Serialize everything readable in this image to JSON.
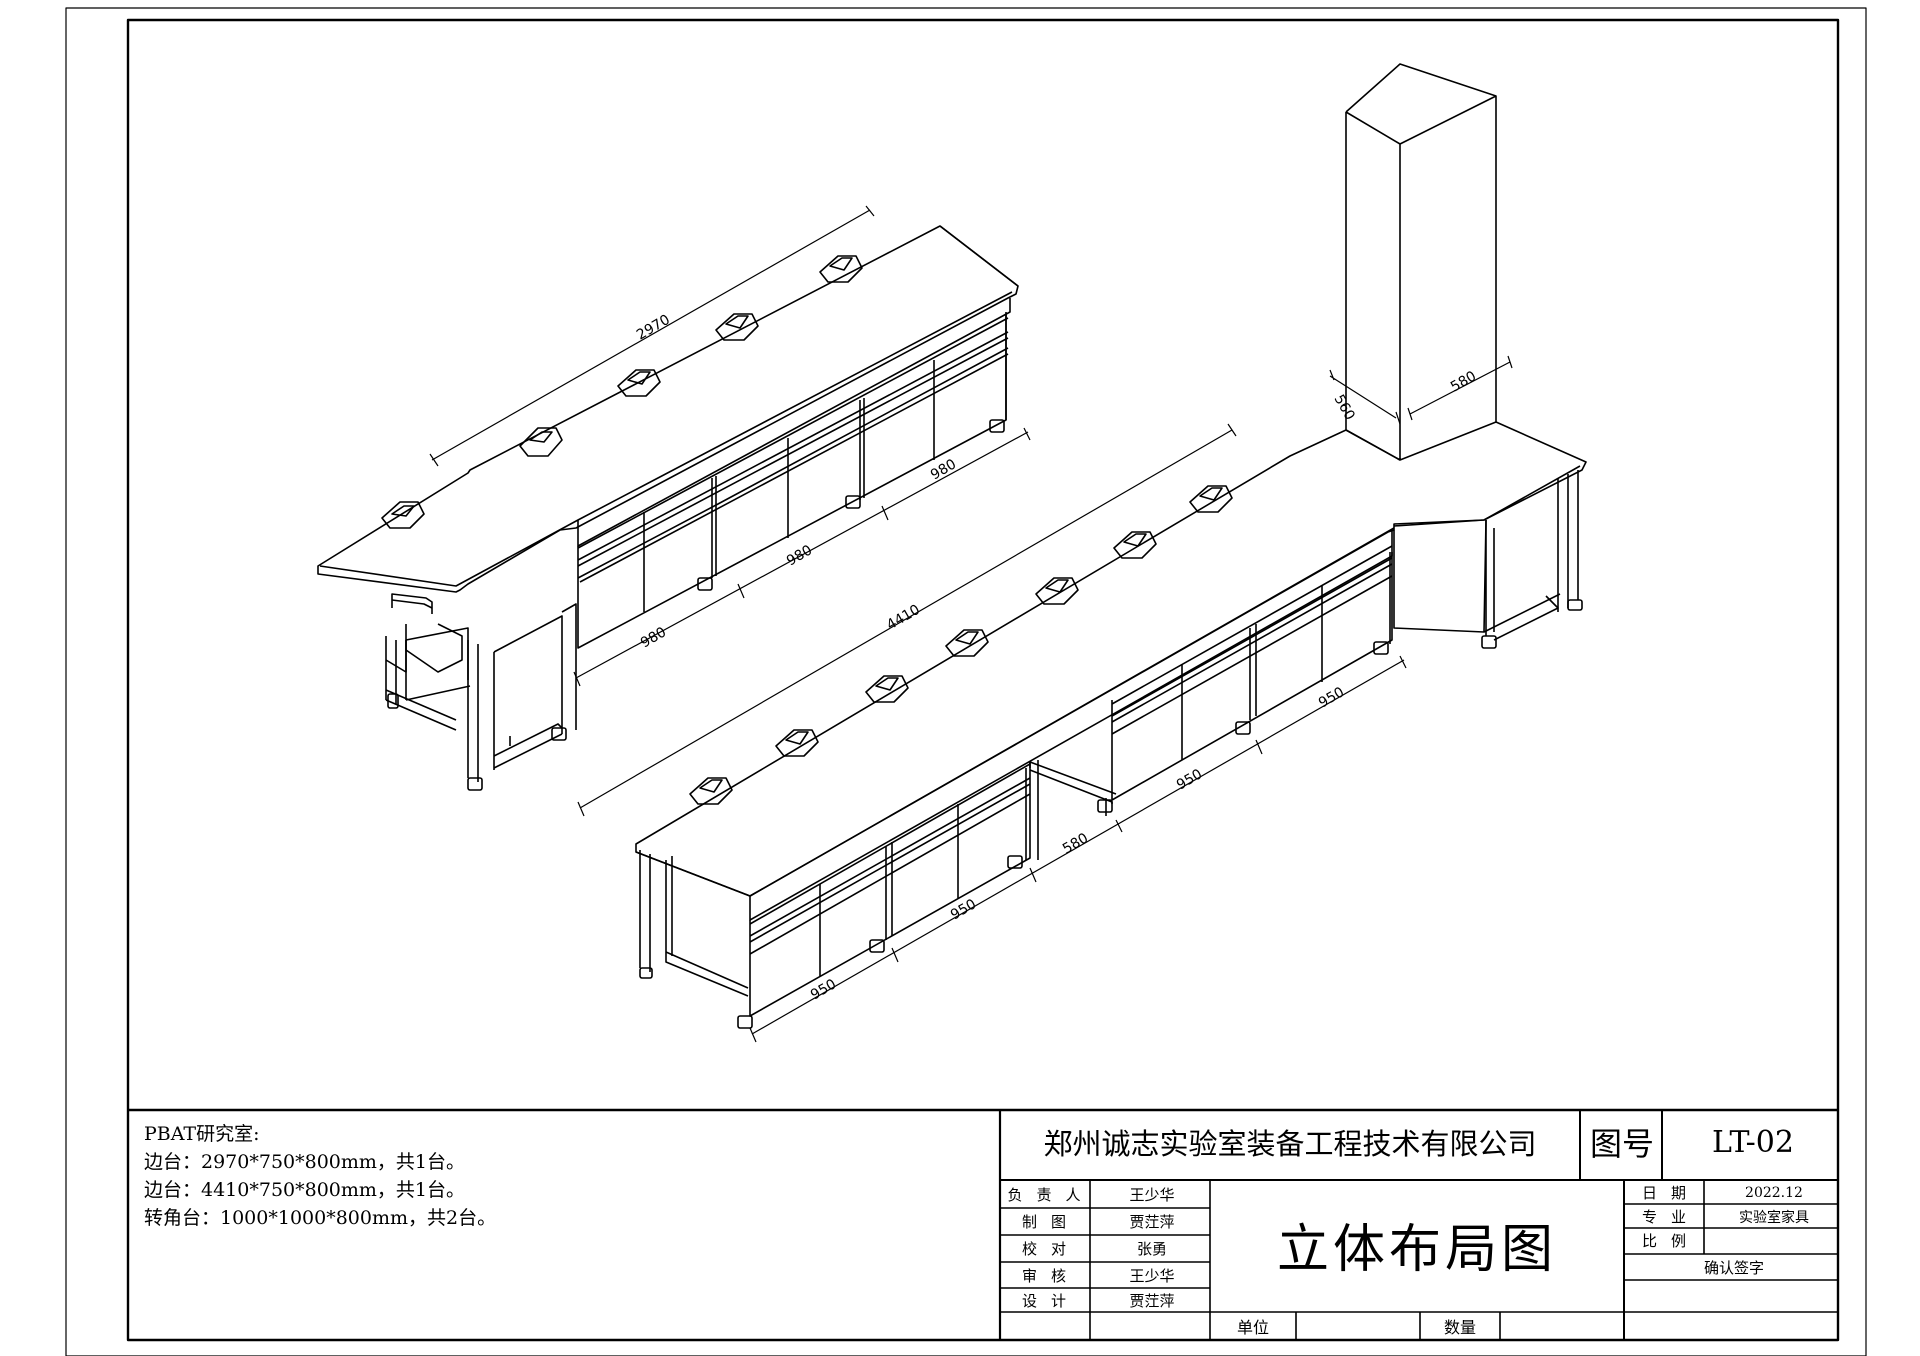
{
  "dimensions": {
    "top_bench_length": "2970",
    "top_bench_seg1": "980",
    "top_bench_seg2": "980",
    "top_bench_seg3": "980",
    "bottom_bench_length": "4410",
    "bottom_seg1": "950",
    "bottom_seg2": "950",
    "bottom_seg3": "580",
    "bottom_seg4": "950",
    "bottom_seg5": "950",
    "column_depth": "560",
    "column_width": "580"
  },
  "notes": {
    "line1": "PBAT研究室:",
    "line2": "边台：2970*750*800mm，共1台。",
    "line3": "边台：4410*750*800mm，共1台。",
    "line4": "转角台：1000*1000*800mm，共2台。"
  },
  "title_block": {
    "company": "郑州诚志实验室装备工程技术有限公司",
    "drawing_no_label": "图号",
    "drawing_no": "LT-02",
    "drawing_title": "立体布局图",
    "roles": [
      {
        "role": "负责人",
        "name": "王少华"
      },
      {
        "role": "制图",
        "name": "贾茳萍"
      },
      {
        "role": "校对",
        "name": "张勇"
      },
      {
        "role": "审核",
        "name": "王少华"
      },
      {
        "role": "设计",
        "name": "贾茳萍"
      }
    ],
    "date_label": "日期",
    "date_value": "2022.12",
    "specialty_label": "专业",
    "specialty_value": "实验室家具",
    "scale_label": "比例",
    "scale_value": "",
    "confirm_label": "确认签字",
    "unit_label": "单位",
    "unit_value": "",
    "quantity_label": "数量",
    "quantity_value": ""
  }
}
